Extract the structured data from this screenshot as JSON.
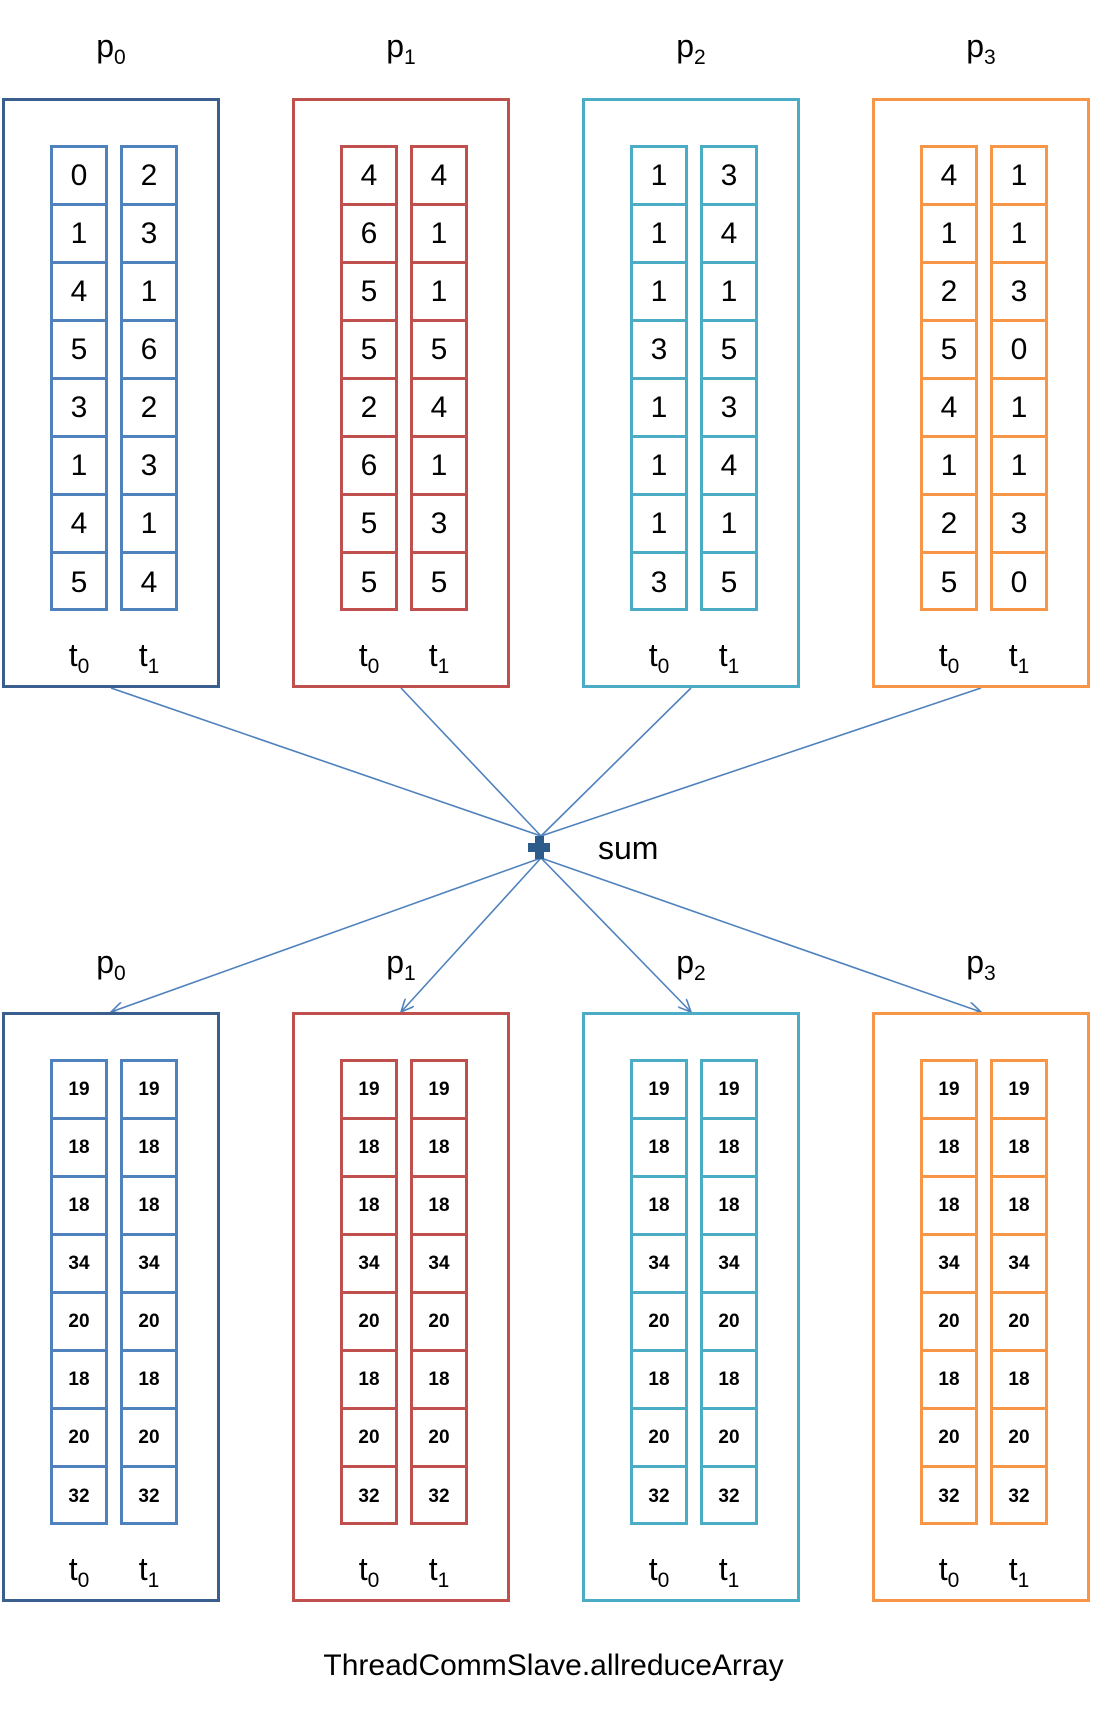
{
  "operator_label": "sum",
  "caption": "ThreadCommSlave.allreduceArray",
  "thread_labels": [
    {
      "base": "t",
      "sub": "0"
    },
    {
      "base": "t",
      "sub": "1"
    }
  ],
  "input_processes": [
    {
      "base": "p",
      "sub": "0",
      "color": "#3a5f8f",
      "cell_color": "#4f81bd",
      "t0": [
        "0",
        "1",
        "4",
        "5",
        "3",
        "1",
        "4",
        "5"
      ],
      "t1": [
        "2",
        "3",
        "1",
        "6",
        "2",
        "3",
        "1",
        "4"
      ]
    },
    {
      "base": "p",
      "sub": "1",
      "color": "#c0504d",
      "cell_color": "#c0504d",
      "t0": [
        "4",
        "6",
        "5",
        "5",
        "2",
        "6",
        "5",
        "5"
      ],
      "t1": [
        "4",
        "1",
        "1",
        "5",
        "4",
        "1",
        "3",
        "5"
      ]
    },
    {
      "base": "p",
      "sub": "2",
      "color": "#4bacc6",
      "cell_color": "#4bacc6",
      "t0": [
        "1",
        "1",
        "1",
        "3",
        "1",
        "1",
        "1",
        "3"
      ],
      "t1": [
        "3",
        "4",
        "1",
        "5",
        "3",
        "4",
        "1",
        "5"
      ]
    },
    {
      "base": "p",
      "sub": "3",
      "color": "#f79646",
      "cell_color": "#f79646",
      "t0": [
        "4",
        "1",
        "2",
        "5",
        "4",
        "1",
        "2",
        "5"
      ],
      "t1": [
        "1",
        "1",
        "3",
        "0",
        "1",
        "1",
        "3",
        "0"
      ]
    }
  ],
  "output_processes": [
    {
      "base": "p",
      "sub": "0",
      "color": "#3a5f8f",
      "cell_color": "#4f81bd",
      "t0": [
        "19",
        "18",
        "18",
        "34",
        "20",
        "18",
        "20",
        "32"
      ],
      "t1": [
        "19",
        "18",
        "18",
        "34",
        "20",
        "18",
        "20",
        "32"
      ]
    },
    {
      "base": "p",
      "sub": "1",
      "color": "#c0504d",
      "cell_color": "#c0504d",
      "t0": [
        "19",
        "18",
        "18",
        "34",
        "20",
        "18",
        "20",
        "32"
      ],
      "t1": [
        "19",
        "18",
        "18",
        "34",
        "20",
        "18",
        "20",
        "32"
      ]
    },
    {
      "base": "p",
      "sub": "2",
      "color": "#4bacc6",
      "cell_color": "#4bacc6",
      "t0": [
        "19",
        "18",
        "18",
        "34",
        "20",
        "18",
        "20",
        "32"
      ],
      "t1": [
        "19",
        "18",
        "18",
        "34",
        "20",
        "18",
        "20",
        "32"
      ]
    },
    {
      "base": "p",
      "sub": "3",
      "color": "#f79646",
      "cell_color": "#f79646",
      "t0": [
        "19",
        "18",
        "18",
        "34",
        "20",
        "18",
        "20",
        "32"
      ],
      "t1": [
        "19",
        "18",
        "18",
        "34",
        "20",
        "18",
        "20",
        "32"
      ]
    }
  ],
  "arrow_color": "#4f81bd",
  "operator_color": "#2e5c8a"
}
